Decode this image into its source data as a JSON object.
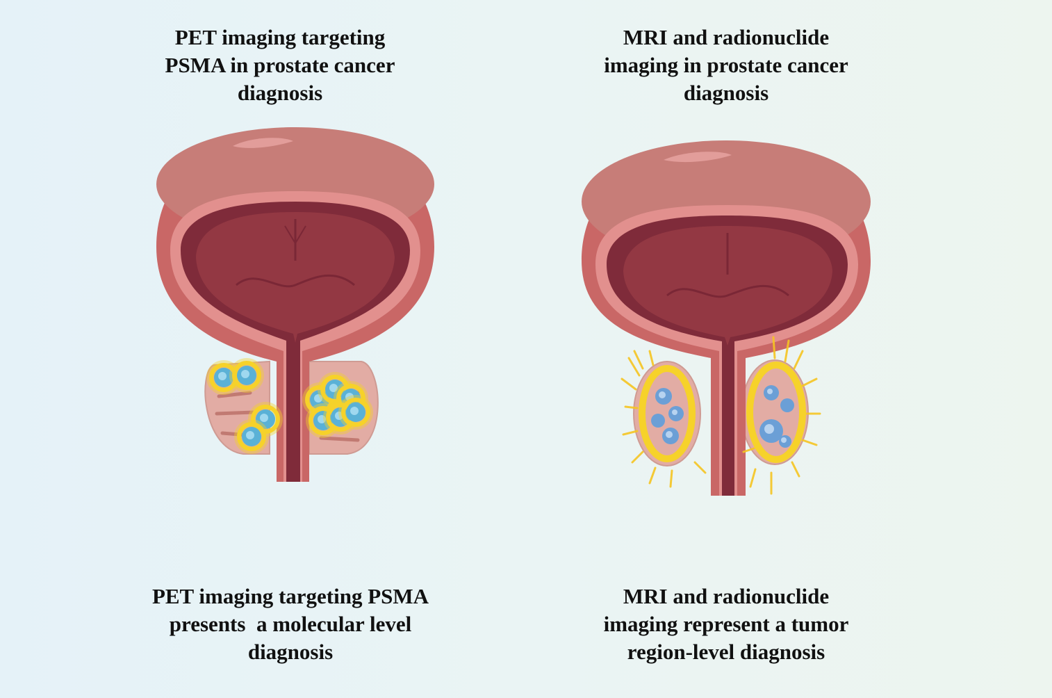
{
  "left_panel": {
    "title_lines": [
      "PET imaging targeting",
      "PSMA in prostate cancer",
      "diagnosis"
    ],
    "caption_lines": [
      "PET imaging targeting PSMA",
      "presents  a molecular level",
      "diagnosis"
    ]
  },
  "right_panel": {
    "title_lines": [
      "MRI and radionuclide",
      "imaging in prostate cancer",
      "diagnosis"
    ],
    "caption_lines": [
      "MRI and radionuclide",
      "imaging represent a tumor",
      "region-level diagnosis"
    ]
  },
  "colors": {
    "bladder_outer": "#c96766",
    "bladder_dome": "#c77d78",
    "bladder_wall_light": "#e2908e",
    "bladder_lumen": "#7f2b3a",
    "bladder_inner": "#933843",
    "prostate": "#e2aca4",
    "psma_glow": "#f6d22a",
    "cell_blue": "#5ab1d6"
  }
}
